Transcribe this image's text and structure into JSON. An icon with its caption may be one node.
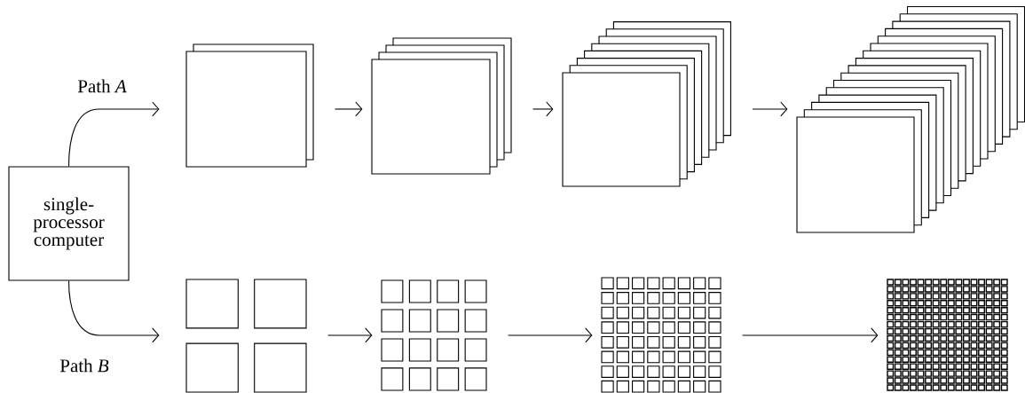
{
  "diagram": {
    "nodes": [
      {
        "text": [
          "single-processor computer"
        ]
      },
      {
        "text": [],
        "shape": "stack"
      },
      {
        "text": [],
        "shape": "stack"
      },
      {
        "text": [],
        "shape": "stack"
      },
      {
        "text": [],
        "shape": "stack"
      },
      {
        "text": [],
        "shape": "grid"
      },
      {
        "text": [],
        "shape": "grid"
      },
      {
        "text": [],
        "shape": "grid"
      },
      {
        "text": [],
        "shape": "grid"
      }
    ],
    "edges": [
      {
        "from": 0,
        "to": 1,
        "arrow": "to",
        "label": "Path *A*"
      },
      {
        "from": 1,
        "to": 2,
        "arrow": "to"
      },
      {
        "from": 2,
        "to": 3,
        "arrow": "to"
      },
      {
        "from": 3,
        "to": 4,
        "arrow": "to"
      },
      {
        "from": 0,
        "to": 5,
        "arrow": "to",
        "label": "Path *B*"
      },
      {
        "from": 5,
        "to": 6,
        "arrow": "to"
      },
      {
        "from": 6,
        "to": 7,
        "arrow": "to"
      },
      {
        "from": 7,
        "to": 8,
        "arrow": "to"
      }
    ]
  }
}
